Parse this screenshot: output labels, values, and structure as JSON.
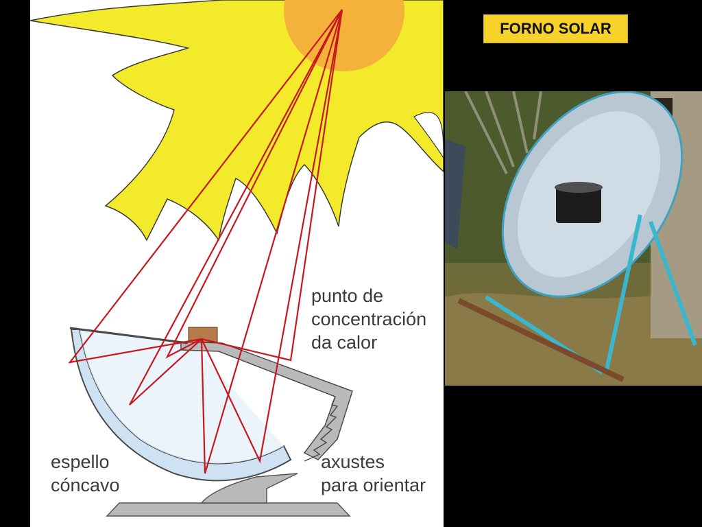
{
  "title": "FORNO SOLAR",
  "diagram": {
    "labels": {
      "concentration_point": [
        "punto de",
        "concentración",
        "da calor"
      ],
      "concave_mirror": [
        "espello",
        "cóncavo"
      ],
      "adjustments": [
        "axustes",
        "para orientar"
      ]
    }
  },
  "photo": {
    "subject": "solar cooker dish with pot"
  },
  "colors": {
    "background": "#000000",
    "title_badge": "#f6d22a",
    "sun_rays": "#f2ea2a",
    "sun_core": "#f5b23a",
    "light_rays": "#c8161d",
    "mirror": "#cfe2f3",
    "frame": "#b9b9b9"
  }
}
